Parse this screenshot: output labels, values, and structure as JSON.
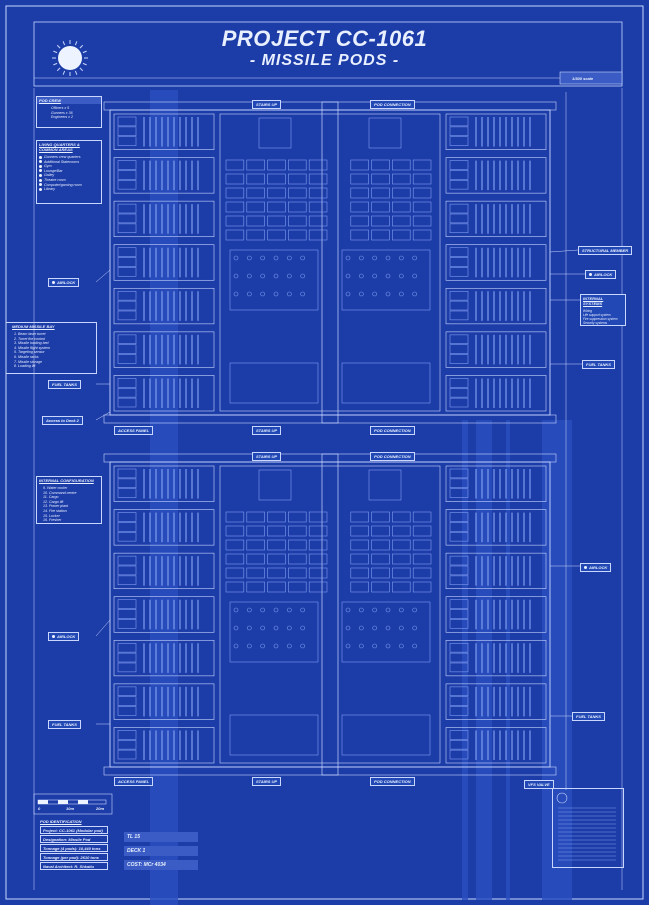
{
  "header": {
    "title": "PROJECT CC-1061",
    "subtitle": "- MISSILE PODS -",
    "scale": "1/300 scale"
  },
  "pod_crew": {
    "heading": "POD CREW",
    "rows": [
      "Officers x 5",
      "Gunners x 36",
      "Engineers x 2"
    ]
  },
  "living_quarters": {
    "heading": "LIVING QUARTERS & COMMON AREAS",
    "items": [
      "Gunners crew quarters",
      "Additional Staterooms",
      "Gym",
      "Lounge/Bar",
      "Galley",
      "Theatre room",
      "Computer/gaming room",
      "Library"
    ]
  },
  "medium_missile_bay": {
    "heading": "MEDIUM MISSILE BAY",
    "items": [
      "1. Beam laser turret",
      "2. Turret fire control",
      "3. Missile loading bed",
      "4. Missile flight system",
      "5. Targeting sensor",
      "6. Missile racks",
      "7. Missile storage",
      "8. Loading lift"
    ]
  },
  "internal_config": {
    "heading": "INTERNAL CONFIGURATION",
    "items": [
      "9. Water cooler",
      "10. Command centre",
      "11. Cargo",
      "12. Cargo lift",
      "13. Power plant",
      "14. Fire station",
      "15. Locker",
      "16. Fresher"
    ]
  },
  "callouts": {
    "airlock": "AIRLOCK",
    "fuel_tanks": "FUEL TANKS",
    "access_deck": "Access to Deck 2",
    "access_panel": "ACCESS PANEL",
    "stairs_up": "STAIRS UP",
    "pod_connection": "POD CONNECTION",
    "structural_member": "STRUCTURAL MEMBER",
    "internal_systems": "INTERNAL SYSTEMS",
    "internal_systems_items": [
      "Wiring",
      "Life support system",
      "Fire suppression system",
      "Security systems"
    ],
    "vfs_valve": "VFS VALVE"
  },
  "scale_bar": {
    "labels": [
      "0",
      "10m",
      "20m"
    ]
  },
  "pod_identification": {
    "heading": "POD IDENTIFICATION",
    "rows": [
      "Project: CC-1061 (Modular pod)",
      "Designation:   Missile Pod",
      "Tonnage (4 pods): 10,440 tons",
      "Tonnage (per pod): 2610 tons",
      "Naval Architect: R. Shkaitu"
    ]
  },
  "deck_info": {
    "tl": "TL 15",
    "deck": "DECK 1",
    "cost": "COST: MCr 4034"
  },
  "colors": {
    "background": "#1c3ca8",
    "line": "#c9d7ff",
    "hatch": "#7f9cf0"
  }
}
